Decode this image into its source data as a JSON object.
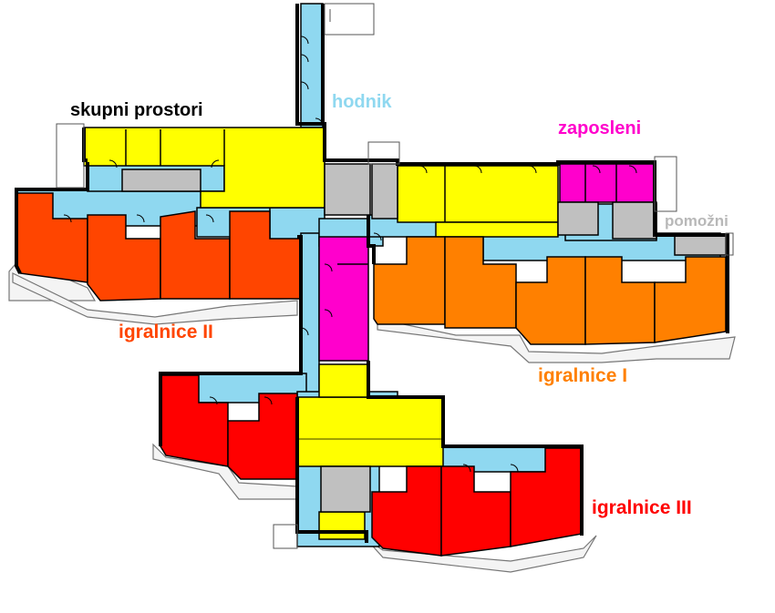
{
  "labels": {
    "common_spaces": "skupni prostori",
    "corridor": "hodnik",
    "staff": "zaposleni",
    "auxiliary": "pomožni",
    "playrooms_2": "igralnice II",
    "playrooms_1": "igralnice I",
    "playrooms_3": "igralnice III"
  },
  "colors": {
    "corridor": "#8fd8f0",
    "common_spaces": "#ffff00",
    "staff": "#ff00cc",
    "auxiliary": "#c0c0c0",
    "playrooms_1": "#ff8000",
    "playrooms_2": "#ff4500",
    "playrooms_3": "#ff0000",
    "wall": "#000000",
    "terrace": "#9a9a9a"
  }
}
